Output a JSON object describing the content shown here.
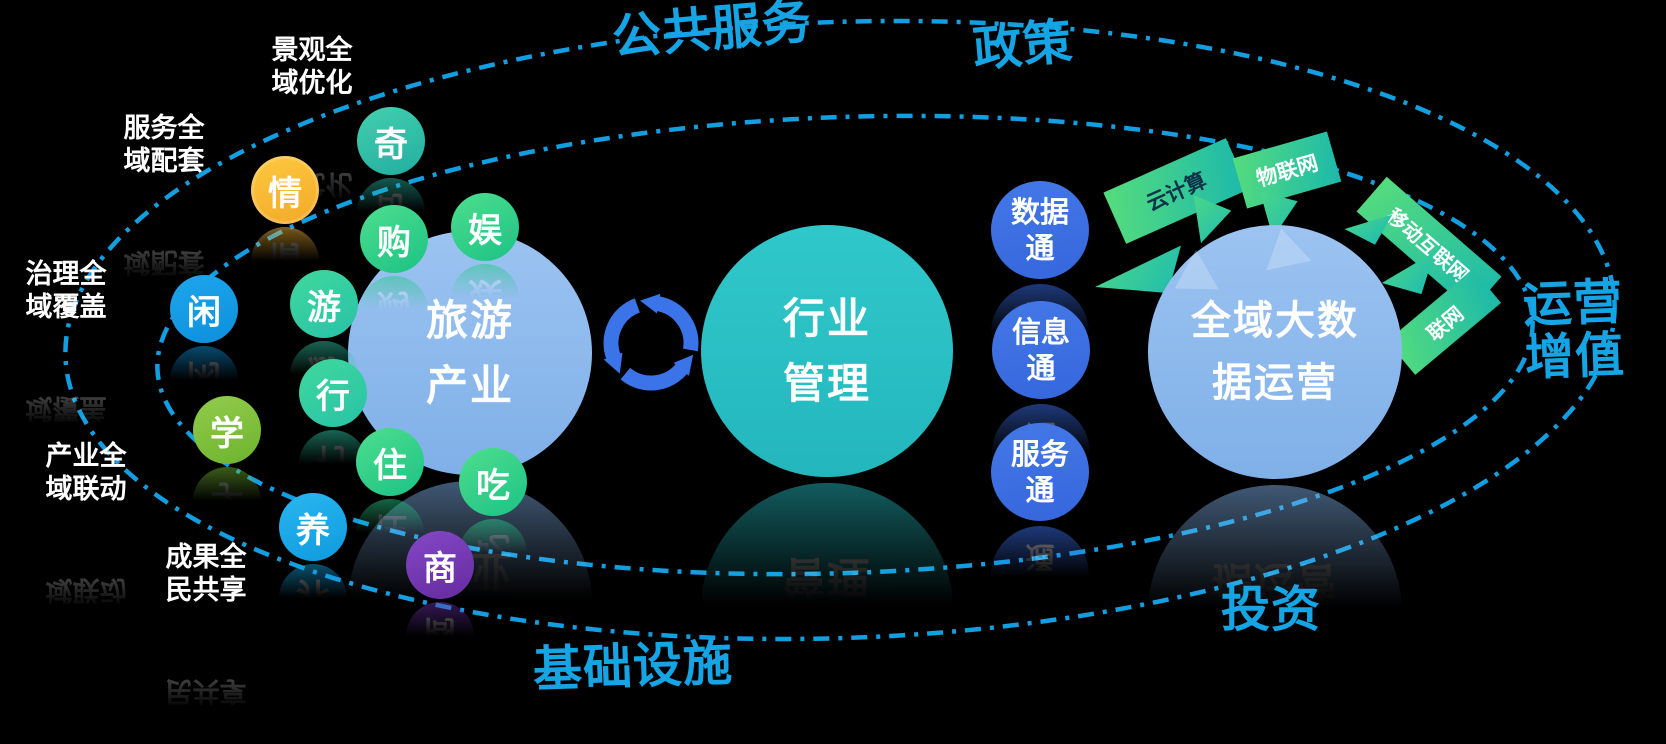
{
  "orbit_labels": {
    "public_service": "公共服务",
    "policy": "政策",
    "operation_line1": "运营",
    "operation_line2": "增值",
    "investment": "投资",
    "infrastructure": "基础设施"
  },
  "core_circles": [
    {
      "id": "tourism-industry",
      "line1": "旅游",
      "line2": "产业"
    },
    {
      "id": "industry-management",
      "line1": "行业",
      "line2": "管理"
    },
    {
      "id": "bigdata-operation",
      "line1": "全域大数",
      "line2": "据运营"
    }
  ],
  "outcome_bubbles": [
    {
      "line1": "景观全",
      "line2": "域优化"
    },
    {
      "line1": "服务全",
      "line2": "域配套"
    },
    {
      "line1": "治理全",
      "line2": "域覆盖"
    },
    {
      "line1": "产业全",
      "line2": "域联动"
    },
    {
      "line1": "成果全",
      "line2": "民共享"
    }
  ],
  "element_bubbles": [
    {
      "label": "奇"
    },
    {
      "label": "情"
    },
    {
      "label": "购"
    },
    {
      "label": "娱"
    },
    {
      "label": "闲"
    },
    {
      "label": "游"
    },
    {
      "label": "行"
    },
    {
      "label": "学"
    },
    {
      "label": "住"
    },
    {
      "label": "吃"
    },
    {
      "label": "养"
    },
    {
      "label": "商"
    }
  ],
  "tong_bubbles": [
    {
      "line1": "数据",
      "line2": "通"
    },
    {
      "line1": "信息",
      "line2": "通"
    },
    {
      "line1": "服务",
      "line2": "通"
    }
  ],
  "tech_banners": [
    {
      "label": "云计算"
    },
    {
      "label": "物联网"
    },
    {
      "label": "移动互联网"
    },
    {
      "label": "联网"
    }
  ],
  "icons": {
    "recycle": "circular-sync-arrows"
  },
  "colors": {
    "background": "#000000",
    "accent_text_cyan": "#15a4e4",
    "dash_line": "#129fe2",
    "royal_blue_bubble": "#3b6fe0",
    "core_light_blue": "#8cbaee",
    "core_teal": "#2ac0c4",
    "element_green": "#2fce8e",
    "element_teal_green": "#34d0a0",
    "element_yellow": "#f8bc30",
    "element_azure": "#17a5e9",
    "element_lime": "#86c544",
    "element_purple": "#7c3fbe",
    "banner_green_start": "#55dc7d",
    "banner_green_end": "#1cb9ab",
    "recycle_blue": "#3a74e8"
  }
}
